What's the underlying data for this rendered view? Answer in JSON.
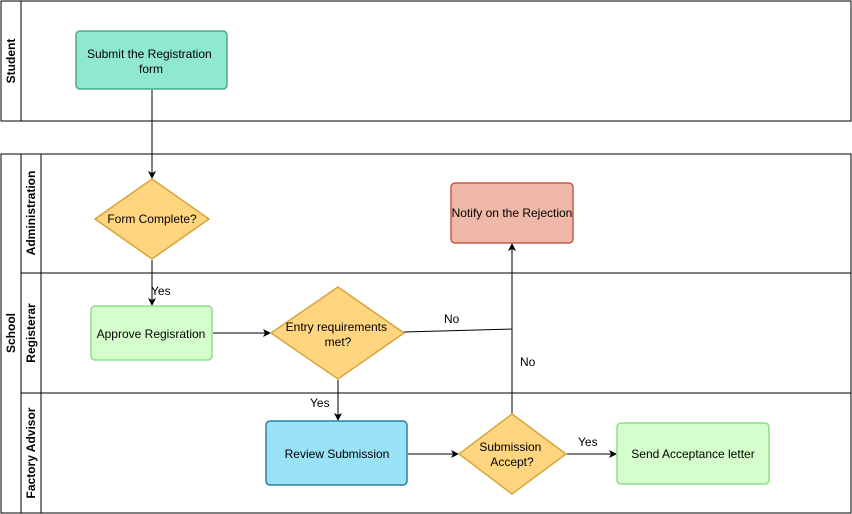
{
  "pools": [
    {
      "title": "Student",
      "lanes": []
    },
    {
      "title": "School",
      "lanes": [
        "Administration",
        "Registerar",
        "Factory Advisor"
      ]
    }
  ],
  "nodes": {
    "submit": {
      "lines": [
        "Submit the Registration",
        "form"
      ],
      "fill": "#8fe8d0",
      "stroke": "#4aaa88"
    },
    "form_complete": {
      "lines": [
        "Form Complete?"
      ],
      "fill": "#ffd580",
      "stroke": "#d6a53a"
    },
    "notify": {
      "lines": [
        "Notify on the Rejection"
      ],
      "fill": "#f0b8a8",
      "stroke": "#c8594a"
    },
    "approve": {
      "lines": [
        "Approve Regisration"
      ],
      "fill": "#d4ffcc",
      "stroke": "#90dd88"
    },
    "entry": {
      "lines": [
        "Entry requirements",
        "met?"
      ],
      "fill": "#ffd580",
      "stroke": "#d6a53a"
    },
    "review": {
      "lines": [
        "Review Submission"
      ],
      "fill": "#99e2f7",
      "stroke": "#2a7fa0"
    },
    "accept": {
      "lines": [
        "Submission",
        "Accept?"
      ],
      "fill": "#ffd580",
      "stroke": "#d6a53a"
    },
    "send": {
      "lines": [
        "Send Acceptance letter"
      ],
      "fill": "#d4ffcc",
      "stroke": "#90dd88"
    }
  },
  "edge_labels": {
    "yes1": "Yes",
    "no1": "No",
    "yes2": "Yes",
    "no2": "No",
    "yes3": "Yes"
  }
}
